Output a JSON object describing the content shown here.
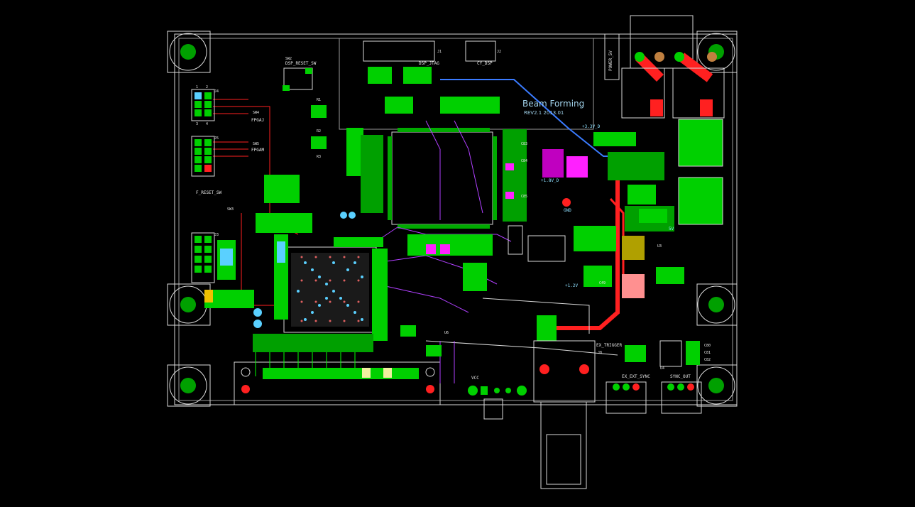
{
  "board": {
    "title": "Beam Forming",
    "revision": "REV2.1  2013.01"
  },
  "colors": {
    "background": "#000000",
    "silkscreen": "#e6e6e6",
    "top_copper": "#ff2020",
    "bottom_copper": "#3a7bff",
    "pad": "#00e000",
    "via_purple": "#b040ff",
    "highlight_magenta": "#ff20ff",
    "yellow_area": "#b0a000",
    "pink_area": "#ff9090",
    "title_text": "#9fd0e8"
  },
  "labels": {
    "sw2": "SW2",
    "dsp_reset": "DSP_RESET_SW",
    "dsp_jtag": "DSP_JTAG",
    "cy_dsp": "CY_DSP",
    "j1": "J1",
    "j2": "J2",
    "j3": "J3",
    "j4": "J4",
    "j5": "J5",
    "sw4": "SW4",
    "fpga_j": "FPGAJ",
    "sw5": "SW5",
    "fpga_m": "FPGAM",
    "f_reset": "F_RESET_SW",
    "sw3": "SW3",
    "rail_33": "+3.3V_D",
    "rail_18": "+1.8V_D",
    "rail_12": "+1.2V",
    "rail_5": "5V",
    "gnd": "GND",
    "power_in": "POWER_5V",
    "ex_trigger": "EX_TRIGGER",
    "ex_ext_sync": "EX_EXT_SYNC",
    "sync_out": "SYNC_OUT",
    "vcc": "VCC",
    "j8": "J8",
    "u3": "U3",
    "u6": "U6",
    "u4": "U4",
    "c49": "C49",
    "c80": "C80",
    "c81": "C81",
    "c82": "C82",
    "c83": "C83",
    "c84": "C84",
    "c85": "C85",
    "r1": "R1",
    "r2": "R2",
    "r3": "R3",
    "pin1": "1",
    "pin2": "2",
    "pin3": "3",
    "pin4": "4"
  },
  "icons": {
    "mounting_hole": "mounting-hole-icon",
    "via": "via-icon",
    "pad": "pad-icon"
  }
}
